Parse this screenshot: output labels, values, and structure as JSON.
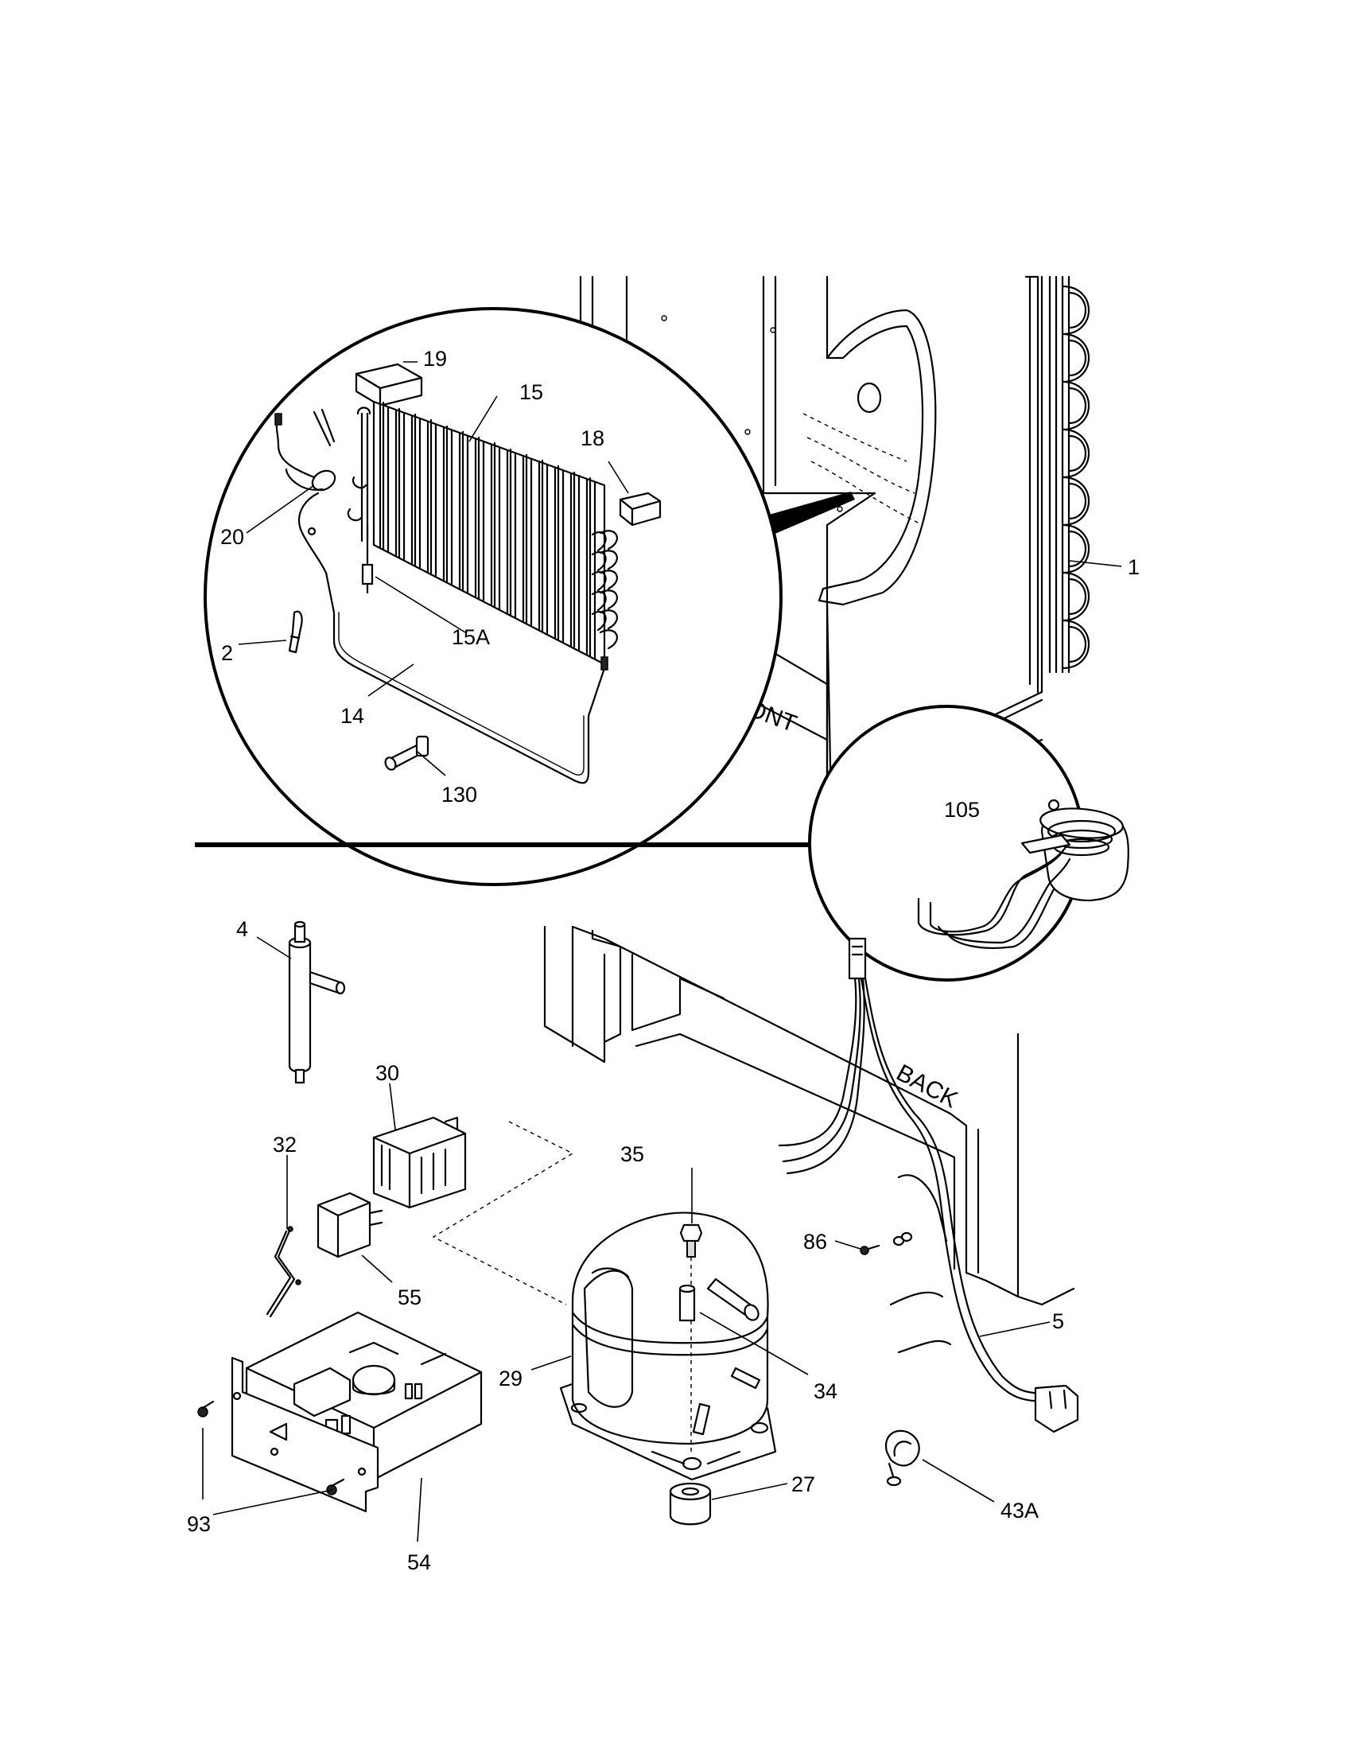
{
  "labels": {
    "front": "FRONT",
    "back": "BACK"
  },
  "callouts": {
    "c1": "1",
    "c2": "2",
    "c4": "4",
    "c5": "5",
    "c14": "14",
    "c15": "15",
    "c15a": "15A",
    "c18": "18",
    "c19": "19",
    "c20": "20",
    "c27": "27",
    "c29": "29",
    "c30": "30",
    "c32": "32",
    "c34": "34",
    "c35": "35",
    "c43a": "43A",
    "c54": "54",
    "c55": "55",
    "c86": "86",
    "c93": "93",
    "c105": "105",
    "c130": "130"
  }
}
